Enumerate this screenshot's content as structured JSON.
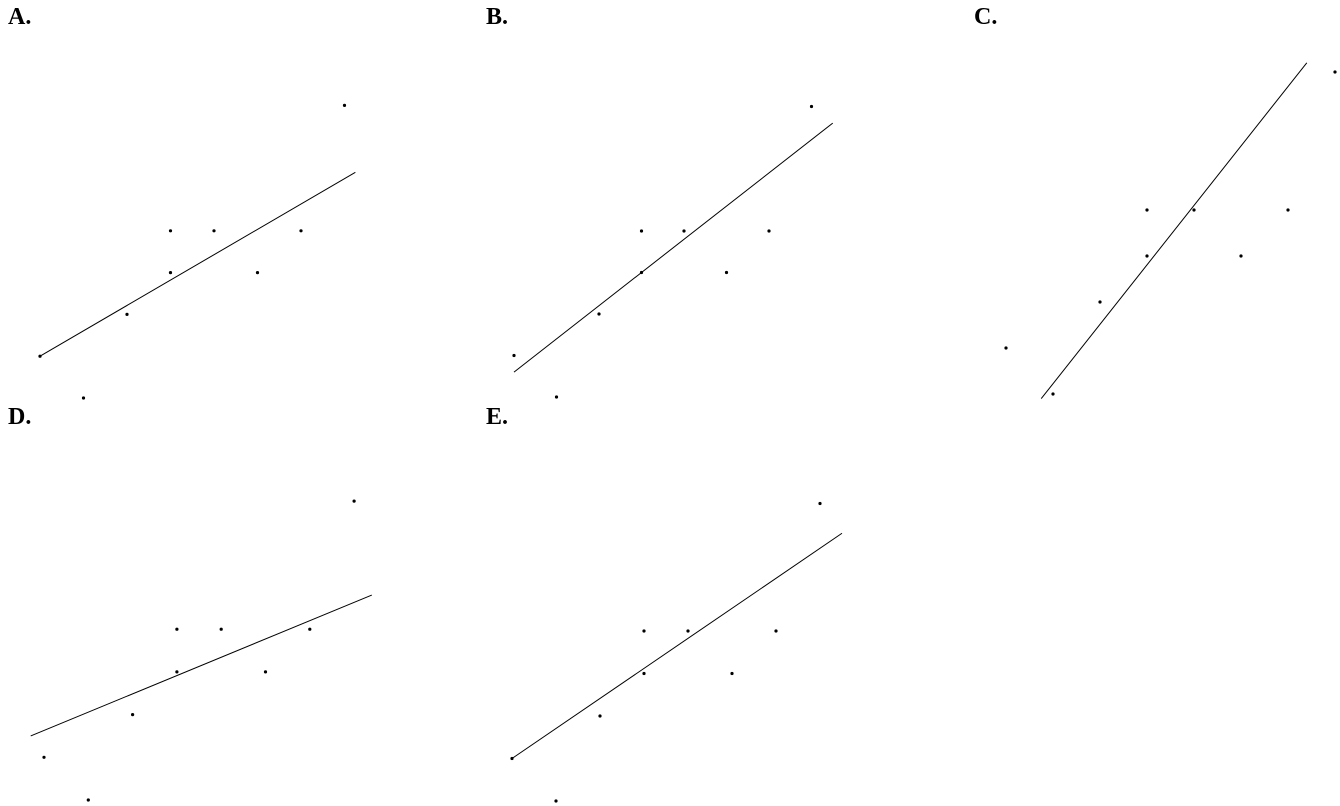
{
  "chart_data": [
    {
      "label": "A.",
      "type": "scatter",
      "points": [
        {
          "x": 0,
          "y": 1
        },
        {
          "x": 1,
          "y": 0
        },
        {
          "x": 2,
          "y": 2
        },
        {
          "x": 3,
          "y": 3
        },
        {
          "x": 3,
          "y": 4
        },
        {
          "x": 4,
          "y": 4
        },
        {
          "x": 5,
          "y": 3
        },
        {
          "x": 6,
          "y": 4
        },
        {
          "x": 7,
          "y": 7
        }
      ],
      "line": [
        {
          "x": 0,
          "y": 1
        },
        {
          "x": 7.25,
          "y": 5.4
        }
      ],
      "xlim": [
        0,
        8
      ],
      "ylim": [
        0,
        8
      ],
      "grid": false
    },
    {
      "label": "B.",
      "type": "scatter",
      "points": [
        {
          "x": 0,
          "y": 1
        },
        {
          "x": 1,
          "y": 0
        },
        {
          "x": 2,
          "y": 2
        },
        {
          "x": 3,
          "y": 3
        },
        {
          "x": 3,
          "y": 4
        },
        {
          "x": 4,
          "y": 4
        },
        {
          "x": 5,
          "y": 3
        },
        {
          "x": 6,
          "y": 4
        },
        {
          "x": 7,
          "y": 7
        }
      ],
      "line": [
        {
          "x": 0,
          "y": 0.6
        },
        {
          "x": 7.5,
          "y": 6.6
        }
      ],
      "xlim": [
        0,
        8
      ],
      "ylim": [
        0,
        8
      ],
      "grid": false
    },
    {
      "label": "C.",
      "type": "scatter",
      "points": [
        {
          "x": 0,
          "y": 1
        },
        {
          "x": 1,
          "y": 0
        },
        {
          "x": 2,
          "y": 2
        },
        {
          "x": 3,
          "y": 3
        },
        {
          "x": 3,
          "y": 4
        },
        {
          "x": 4,
          "y": 4
        },
        {
          "x": 5,
          "y": 3
        },
        {
          "x": 6,
          "y": 4
        },
        {
          "x": 7,
          "y": 7
        }
      ],
      "line": [
        {
          "x": 0.75,
          "y": -0.1
        },
        {
          "x": 6.4,
          "y": 7.2
        }
      ],
      "xlim": [
        0,
        8
      ],
      "ylim": [
        0,
        8
      ],
      "grid": false
    },
    {
      "label": "D.",
      "type": "scatter",
      "points": [
        {
          "x": 0,
          "y": 1
        },
        {
          "x": 1,
          "y": 0
        },
        {
          "x": 2,
          "y": 2
        },
        {
          "x": 3,
          "y": 3
        },
        {
          "x": 3,
          "y": 4
        },
        {
          "x": 4,
          "y": 4
        },
        {
          "x": 5,
          "y": 3
        },
        {
          "x": 6,
          "y": 4
        },
        {
          "x": 7,
          "y": 7
        }
      ],
      "line": [
        {
          "x": -0.3,
          "y": 1.5
        },
        {
          "x": 7.4,
          "y": 4.8
        }
      ],
      "xlim": [
        0,
        8
      ],
      "ylim": [
        0,
        8
      ],
      "grid": false
    },
    {
      "label": "E.",
      "type": "scatter",
      "points": [
        {
          "x": 0,
          "y": 1
        },
        {
          "x": 1,
          "y": 0
        },
        {
          "x": 2,
          "y": 2
        },
        {
          "x": 3,
          "y": 3
        },
        {
          "x": 3,
          "y": 4
        },
        {
          "x": 4,
          "y": 4
        },
        {
          "x": 5,
          "y": 3
        },
        {
          "x": 6,
          "y": 4
        },
        {
          "x": 7,
          "y": 7
        }
      ],
      "line": [
        {
          "x": 0,
          "y": 1
        },
        {
          "x": 7.5,
          "y": 6.3
        }
      ],
      "xlim": [
        0,
        8
      ],
      "ylim": [
        0,
        8
      ],
      "grid": false
    }
  ]
}
